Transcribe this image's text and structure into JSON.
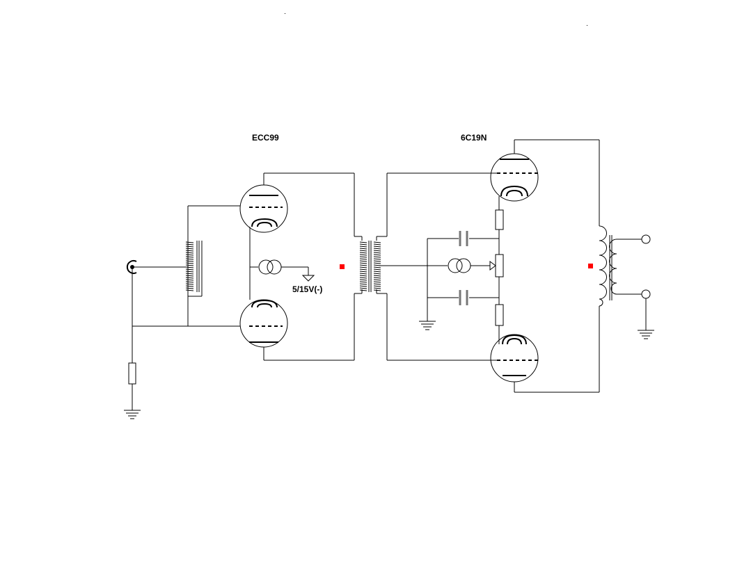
{
  "labels": {
    "driver_tube": "ECC99",
    "output_tube": "6C19N",
    "bias_supply": "5/15V(-)"
  },
  "colors": {
    "wire": "#000000",
    "capacitor": "#777777",
    "marker": "#ff0000",
    "background": "#ffffff"
  }
}
